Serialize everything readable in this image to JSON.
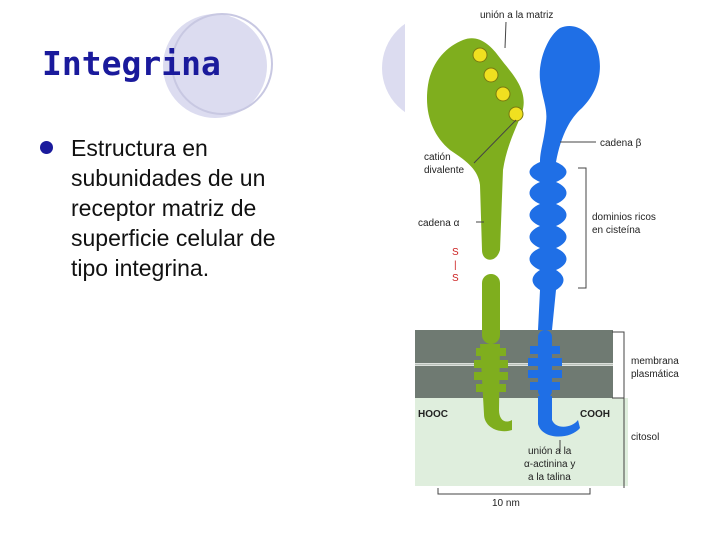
{
  "slide": {
    "title": "Integrina",
    "bullet": "Estructura en\nsubunidades de un\nreceptor matriz de\nsuperficie celular de\ntipo integrina."
  },
  "figure": {
    "labels": {
      "matrix_binding": "unión a la matriz",
      "divalent_cation_1": "catión",
      "divalent_cation_2": "divalente",
      "alpha_chain": "cadena α",
      "disulfide_s1": "S",
      "disulfide_bar": "|",
      "disulfide_s2": "S",
      "beta_chain": "cadena β",
      "cysteine_domains_1": "dominios ricos",
      "cysteine_domains_2": "en cisteína",
      "membrane_1": "membrana",
      "membrane_2": "plasmática",
      "hooc": "HOOC",
      "cooh": "COOH",
      "cytosol": "citosol",
      "actinin_1": "unión a la",
      "actinin_2": "α-actinina y",
      "actinin_3": "a la talina",
      "scale": "10 nm"
    },
    "colors": {
      "alpha_subunit": "#7fae1e",
      "beta_subunit": "#1f6fe6",
      "cation": "#f0e020",
      "membrane": "#6f7a72",
      "cytosol": "#dfeedd",
      "title": "#1a1a9c"
    }
  }
}
